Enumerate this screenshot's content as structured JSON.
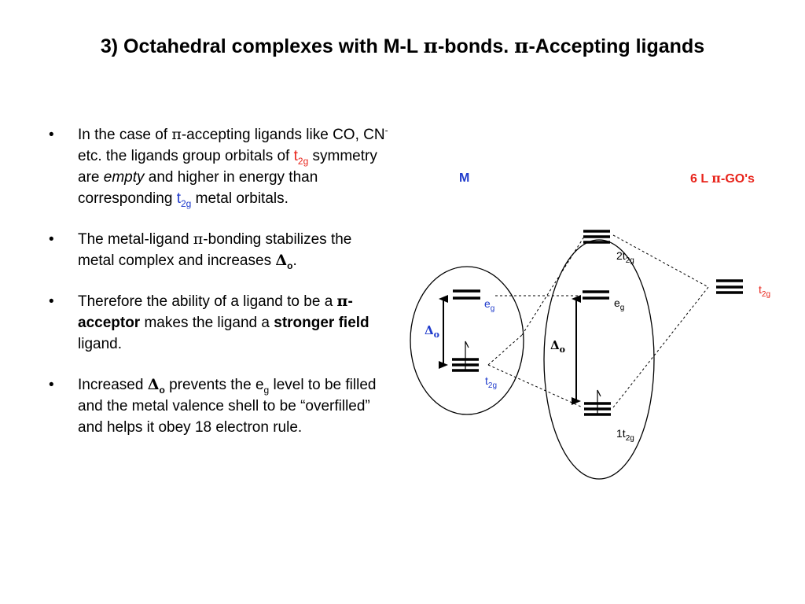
{
  "title": {
    "prefix": "3) Octahedral complexes with M-L ",
    "pi1": "π",
    "mid": "-bonds. ",
    "pi2": "π",
    "suffix": "-Accepting ligands"
  },
  "bullets": {
    "b1": {
      "t1": "In the case of ",
      "pi": "π",
      "t2": "-accepting ligands like CO, CN",
      "sup": "-",
      "t3": " etc. the ligands group orbitals of ",
      "t2g_t": "t",
      "t2g_sub": "2g",
      "t4": " symmetry are ",
      "empty": "empty",
      "t5": " and higher in energy than corresponding ",
      "t2g2_t": "t",
      "t2g2_sub": "2g",
      "t6": " metal orbitals."
    },
    "b2": {
      "t1": "The metal-ligand ",
      "pi": "π",
      "t2": "-bonding stabilizes the metal complex and increases ",
      "delta": "Δ",
      "delta_sub": "o",
      "t3": "."
    },
    "b3": {
      "t1": "Therefore the ability of a ligand to be a ",
      "pi": "π",
      "acceptor": "-acceptor",
      "t2": " makes the ligand a ",
      "strong": "stronger field",
      "t3": " ligand."
    },
    "b4": {
      "t1": "Increased ",
      "delta": "Δ",
      "delta_sub": "o",
      "t2": " prevents the e",
      "eg_sub": "g",
      "t3": " level to be filled and the metal valence shell to be “overfilled” and helps it obey 18 electron rule."
    }
  },
  "diagram": {
    "metal_label": "M",
    "ligand_label_prefix": "6 L ",
    "ligand_label_pi": "π",
    "ligand_label_suffix": "-GO's",
    "metal_eg": {
      "main": "e",
      "sub": "g"
    },
    "metal_t2g": {
      "main": "t",
      "sub": "2g"
    },
    "delta_left": {
      "main": "Δ",
      "sub": "o"
    },
    "delta_center": {
      "main": "Δ",
      "sub": "o"
    },
    "mo_2t2g": {
      "main": "2t",
      "sub": "2g"
    },
    "mo_eg": {
      "main": "e",
      "sub": "g"
    },
    "mo_1t2g": {
      "main": "1t",
      "sub": "2g"
    },
    "ligand_t2g": {
      "main": "t",
      "sub": "2g"
    },
    "colors": {
      "blue": "#1f3bcc",
      "red": "#e8241b"
    }
  }
}
